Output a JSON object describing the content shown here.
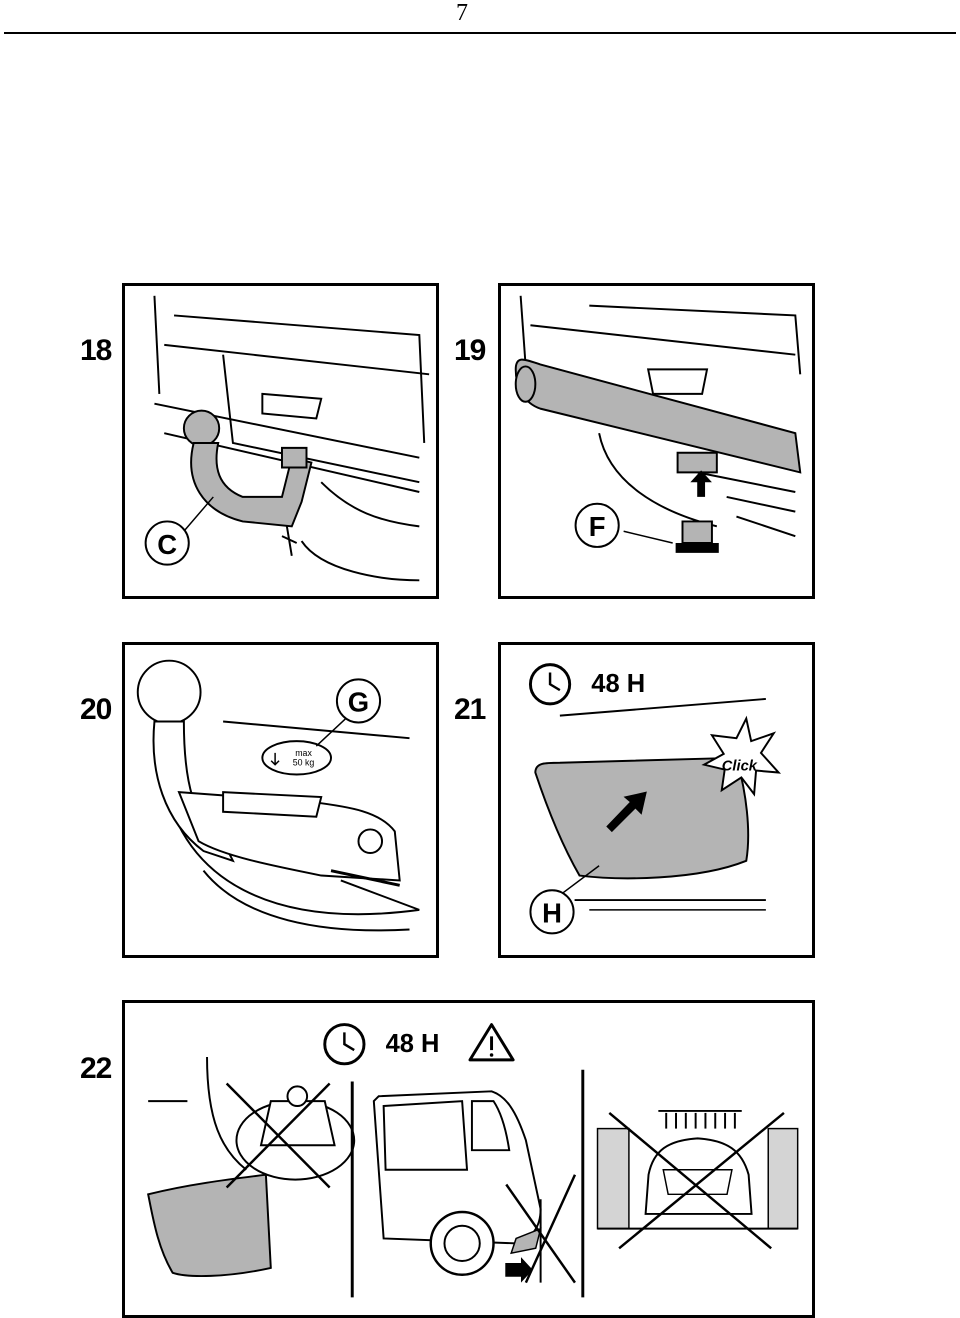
{
  "header": {
    "page_number": "7"
  },
  "steps": [
    {
      "number": "18",
      "callout": "C"
    },
    {
      "number": "19",
      "callout": "F"
    },
    {
      "number": "20",
      "callout": "G",
      "label_max": "max",
      "label_load": "50 kg"
    },
    {
      "number": "21",
      "callout": "H",
      "duration": "48 H",
      "click_text": "Click"
    },
    {
      "number": "22",
      "duration": "48 H"
    }
  ],
  "icons": [
    "clock-icon",
    "warning-icon",
    "click-starburst-icon",
    "arrow-icon",
    "prohibited-cross-icon"
  ],
  "colors": {
    "ink": "#000000",
    "fill_gray": "#b4b4b4",
    "paper": "#ffffff"
  }
}
